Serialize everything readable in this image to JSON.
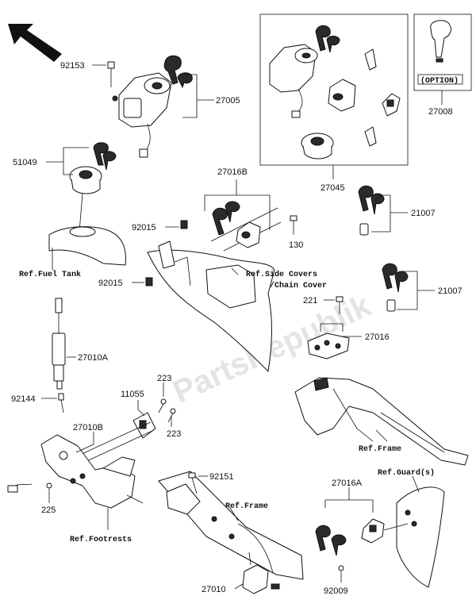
{
  "watermark": "PartsRepublik",
  "box_label_option": "(OPTION)",
  "parts": {
    "p92153": "92153",
    "p27005": "27005",
    "p51049": "51049",
    "p27045": "27045",
    "p27008": "27008",
    "p27016B": "27016B",
    "p21007a": "21007",
    "p21007b": "21007",
    "p92015a": "92015",
    "p92015b": "92015",
    "p130": "130",
    "p221": "221",
    "p27016": "27016",
    "p27010A": "27010A",
    "p92144": "92144",
    "p11055": "11055",
    "p223a": "223",
    "p223b": "223",
    "p27010B": "27010B",
    "p225": "225",
    "p92151": "92151",
    "p27016A": "27016A",
    "p27010": "27010",
    "p92009": "92009"
  },
  "refs": {
    "fuel_tank": "Ref.Fuel Tank",
    "side_covers_1": "Ref.Side Covers",
    "side_covers_2": "/Chain Cover",
    "frame_right": "Ref.Frame",
    "frame_bottom": "Ref.Frame",
    "guards": "Ref.Guard(s)",
    "footrests": "Ref.Footrests"
  }
}
